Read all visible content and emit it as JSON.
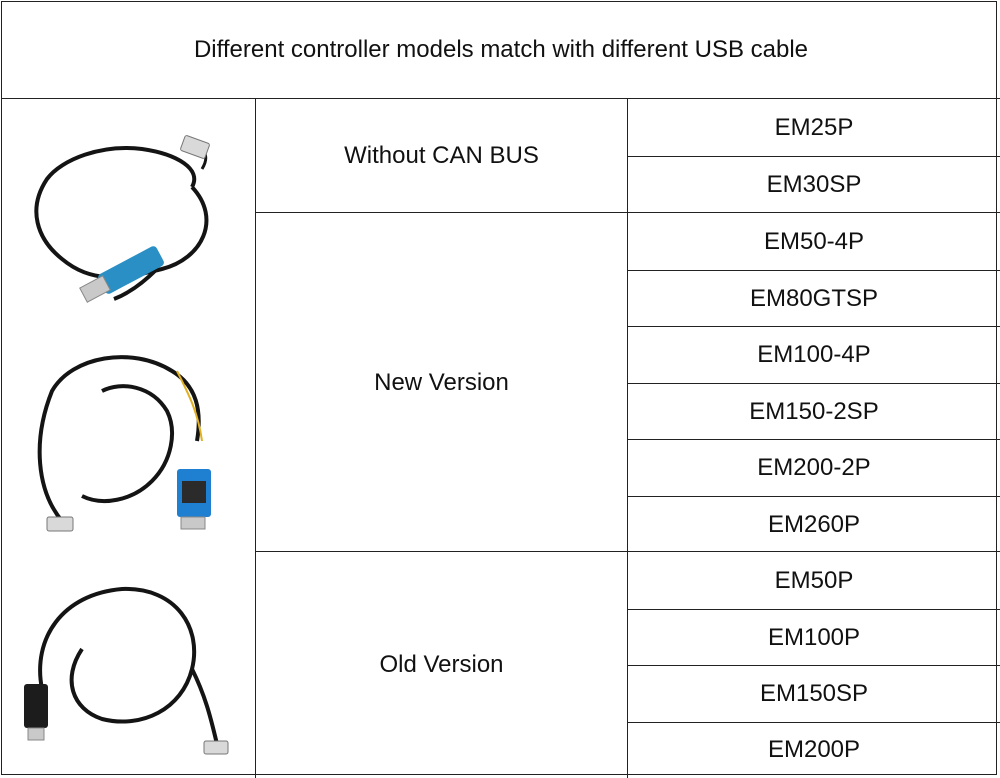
{
  "title": "Different controller models match with different USB cable",
  "groups": [
    {
      "label": "Without CAN BUS",
      "models": [
        "EM25P",
        "EM30SP"
      ]
    },
    {
      "label": "New Version",
      "models": [
        "EM50-4P",
        "EM80GTSP",
        "EM100-4P",
        "EM150-2SP",
        "EM200-2P",
        "EM260P"
      ]
    },
    {
      "label": "Old Version",
      "models": [
        "EM50P",
        "EM100P",
        "EM150SP",
        "EM200P"
      ]
    }
  ],
  "colors": {
    "border": "#222222",
    "usb_blue": "#2a8fc4",
    "cable_black": "#141414",
    "connector_white": "#d9d9d9",
    "adapter_blue": "#1f7fd0"
  },
  "icons": [
    "usb-cable-blue-photo",
    "usb-can-adapter-cable-photo",
    "usb-black-cable-photo"
  ]
}
